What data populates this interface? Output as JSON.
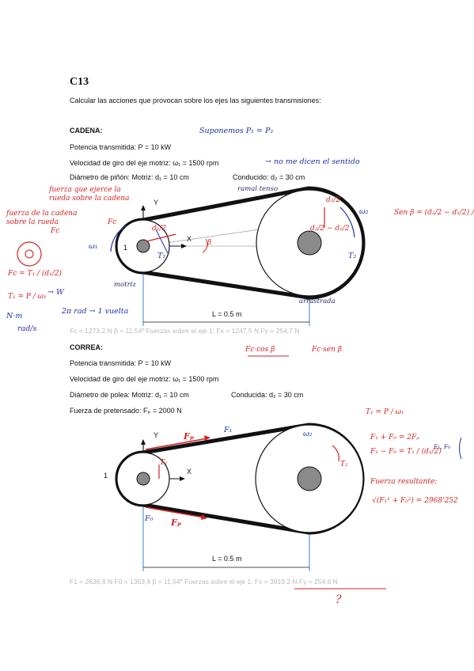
{
  "doc": {
    "code": "C13",
    "statement": "Calcular las acciones que provocan sobre los ejes las siguientes transmisiones:"
  },
  "cadena": {
    "heading": "CADENA:",
    "power": "Potencia transmitida:   P = 10 kW",
    "speed": "Velocidad de giro del eje motriz:   ω₁ = 1500 rpm",
    "diam_motriz": "Diámetro de piñón:   Motriz: d₁ = 10 cm",
    "diam_conducido": "Conducido: d₂ = 30 cm",
    "label_y": "Y",
    "label_x": "X",
    "label_1": "1",
    "label_l": "L = 0.5 m",
    "results": "Fc = 1273,2 N    β = 11,54º  Fuerzas sobre el eje 1:  Fx = 1247,5 N   Fy = 254,7 N"
  },
  "correa": {
    "heading": "CORREA:",
    "power": "Potencia transmitida: P = 10 kW",
    "speed": "Velocidad de giro del eje motriz: ω₁ = 1500 rpm",
    "diam_motriz": "Diámetro de polea:   Motriz: d₁ = 10 cm",
    "diam_conducido": "Conducida: d₂ = 30 cm",
    "pretension": "Fuerza de pretensado:   Fₚ = 2000 N",
    "label_y": "Y",
    "label_x": "X",
    "label_1": "1",
    "label_l": "L = 0.5 m",
    "results": "F1 = 2636,6 N   F0 = 1363,4   β = 11,54º  Fuerzas sobre el eje 1:  Fx = 3919,2 N   Fy = 254,6 N"
  },
  "handwriting": {
    "suponemos": "Suponemos P₁ = P₂",
    "sentido": "→ no me dicen el sentido",
    "ramal_tenso": "ramal tenso",
    "motriz": "motriz",
    "arrastrada": "arrastrada",
    "fuerza_ejerce": "fuerza que ejerce la rueda sobre la cadena",
    "fuerza_cadena": "fuerza de la cadena sobre la rueda",
    "fc": "Fc",
    "fc_formula": "Fc = T₁ / (d₁/2)",
    "t1_formula": "T₁ = P / ω₁",
    "w": "→ W",
    "nm": "N·m",
    "rads": "rad/s",
    "vuelta": "2π rad → 1 vuelta",
    "sen_beta": "Sen β = (d₂/2 − d₁/2) / L",
    "d2_half": "d₂/2",
    "d1_half": "d₁/2",
    "d2_minus_d1": "d₂/2 − d₁/2",
    "w1": "ω₁",
    "w2": "ω₂",
    "t1": "T₁",
    "t2": "T₂",
    "beta": "β",
    "fc_cos": "Fc·cos β",
    "fc_sen": "Fc·sen β",
    "t1_eq": "T₁ = P / ω₁",
    "sum_eq": "F₁ + F₀ = 2Fₚ",
    "diff_eq": "F₁ − F₀ = T₁ / (d₁/2)",
    "fy": "F₁, F₀",
    "resultante": "Fuerza resultante:",
    "result_eq": "√(F₁² + F₀²) = 2968'252",
    "fp": "Fₚ",
    "f1": "F₁",
    "f0": "F₀",
    "question": "?"
  },
  "colors": {
    "ink_blue": "#1f2fa8",
    "ink_red": "#d42222",
    "axis_blue": "#6f9fd8",
    "hub_grey": "#8a8a8a"
  }
}
